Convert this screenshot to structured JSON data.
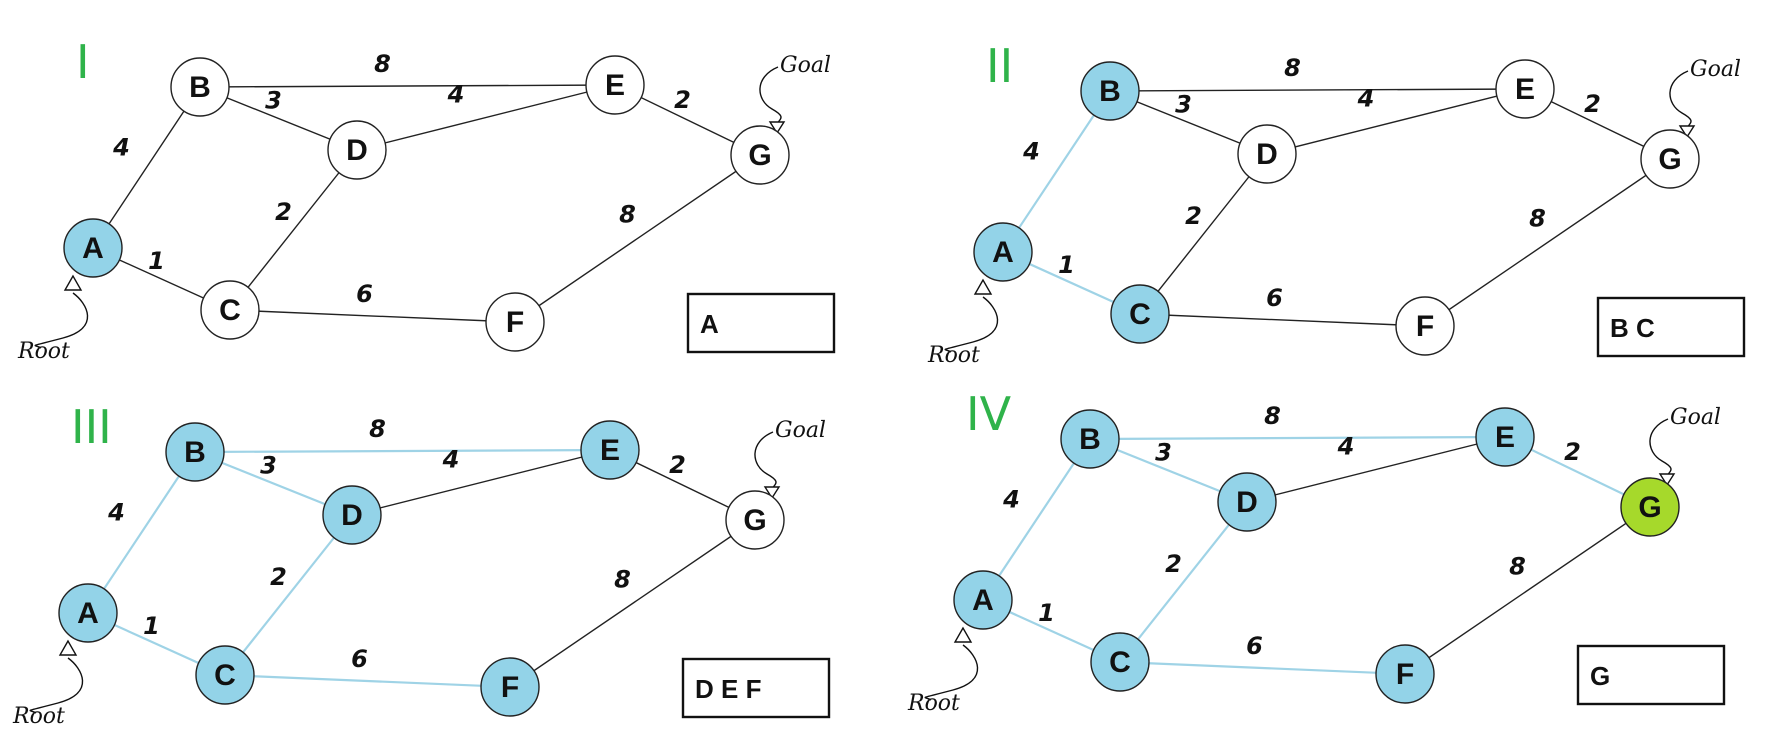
{
  "colors": {
    "visited": "#93d3e8",
    "goal_found": "#a6d92b",
    "unvisited": "#ffffff",
    "edge_default": "#222222",
    "edge_explored": "#9fd3e6",
    "panel_number": "#2fb34a"
  },
  "labels": {
    "root": "Root",
    "goal": "Goal"
  },
  "nodes": [
    "A",
    "B",
    "C",
    "D",
    "E",
    "F",
    "G"
  ],
  "edges": [
    {
      "from": "A",
      "to": "B",
      "w": "4"
    },
    {
      "from": "A",
      "to": "C",
      "w": "1"
    },
    {
      "from": "B",
      "to": "D",
      "w": "3"
    },
    {
      "from": "B",
      "to": "E",
      "w": "8"
    },
    {
      "from": "C",
      "to": "D",
      "w": "2"
    },
    {
      "from": "C",
      "to": "F",
      "w": "6"
    },
    {
      "from": "D",
      "to": "E",
      "w": "4"
    },
    {
      "from": "E",
      "to": "G",
      "w": "2"
    },
    {
      "from": "F",
      "to": "G",
      "w": "8"
    }
  ],
  "panels": [
    {
      "numeral": "I",
      "queue": "A",
      "visited": [
        "A"
      ],
      "goal_found": false,
      "explored_edges": []
    },
    {
      "numeral": "II",
      "queue": "B C",
      "visited": [
        "A",
        "B",
        "C"
      ],
      "goal_found": false,
      "explored_edges": [
        "A-B",
        "A-C"
      ]
    },
    {
      "numeral": "III",
      "queue": "D E F",
      "visited": [
        "A",
        "B",
        "C",
        "D",
        "E",
        "F"
      ],
      "goal_found": false,
      "explored_edges": [
        "A-B",
        "A-C",
        "B-D",
        "B-E",
        "C-D",
        "C-F"
      ]
    },
    {
      "numeral": "IV",
      "queue": "G",
      "visited": [
        "A",
        "B",
        "C",
        "D",
        "E",
        "F"
      ],
      "goal_found": true,
      "explored_edges": [
        "A-B",
        "A-C",
        "B-D",
        "B-E",
        "C-D",
        "C-F",
        "E-G"
      ]
    }
  ]
}
